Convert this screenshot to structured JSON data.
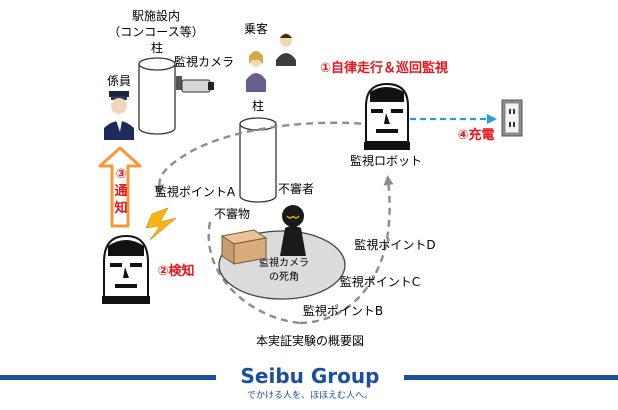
{
  "labels": {
    "station": "駅施設内",
    "concourse": "（コンコース等）",
    "pillar_top": "柱",
    "pillar_center": "柱",
    "camera": "監視カメラ",
    "passenger": "乗客",
    "staff": "係員",
    "point_a": "監視ポイントA",
    "point_b": "監視ポイントB",
    "point_c": "監視ポイントC",
    "point_d": "監視ポイントD",
    "suspicious_person": "不審者",
    "suspicious_object": "不審物",
    "blind_spot_1": "監視カメラ",
    "blind_spot_2": "の死角",
    "robot": "監視ロボット",
    "caption": "本実証実験の概要図"
  },
  "steps": {
    "step1": "①自律走行＆巡回監視",
    "step2": "②検知",
    "step3_num": "③",
    "step3_a": "通",
    "step3_b": "知",
    "step4": "④充電"
  },
  "logo": {
    "name": "Seibu Group",
    "tagline": "でかける人を、ほほえむ人へ。"
  },
  "colors": {
    "step_red": "#e8161a",
    "notify_arrow": "#f39a35",
    "charge_line": "#2a9fd6",
    "brand_blue": "#1a4fa0",
    "patrol_line": "#8c8c8c"
  }
}
